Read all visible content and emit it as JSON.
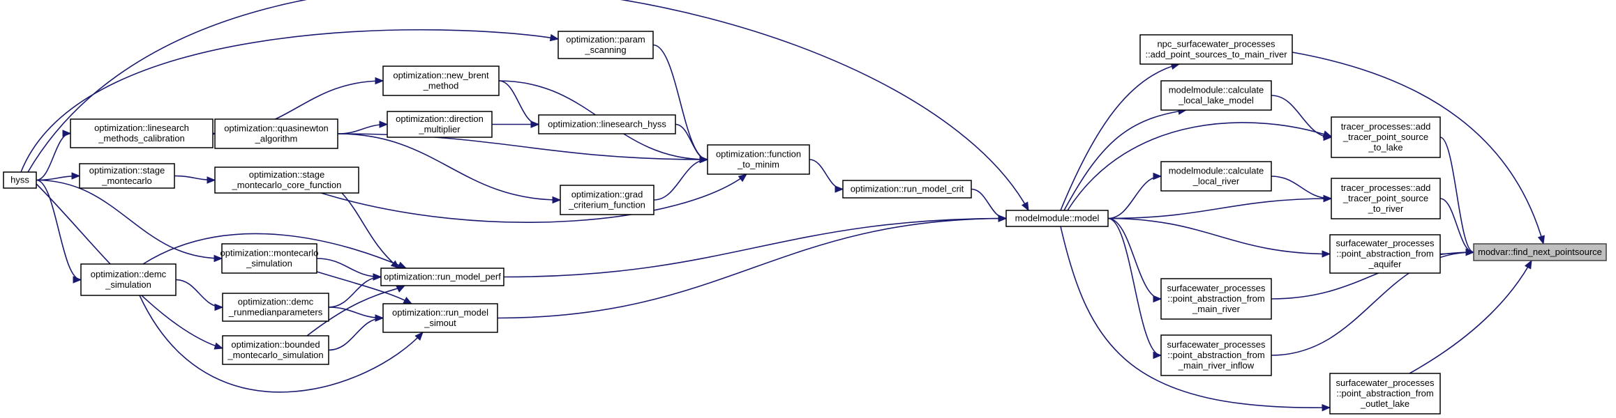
{
  "graph": {
    "root": "modvar::find_next_pointsource",
    "nodes": [
      {
        "id": "hyss",
        "lines": [
          "hyss"
        ]
      },
      {
        "id": "ls_calib",
        "lines": [
          "optimization::linesearch",
          "_methods_calibration"
        ]
      },
      {
        "id": "stage_mc",
        "lines": [
          "optimization::stage",
          "_montecarlo"
        ]
      },
      {
        "id": "demc_sim",
        "lines": [
          "optimization::demc",
          "_simulation"
        ]
      },
      {
        "id": "param_scan",
        "lines": [
          "optimization::param",
          "_scanning"
        ]
      },
      {
        "id": "new_brent",
        "lines": [
          "optimization::new_brent",
          "_method"
        ]
      },
      {
        "id": "quasinewton",
        "lines": [
          "optimization::quasinewton",
          "_algorithm"
        ]
      },
      {
        "id": "stage_mc_core",
        "lines": [
          "optimization::stage",
          "_montecarlo_core_function"
        ]
      },
      {
        "id": "mc_sim",
        "lines": [
          "optimization::montecarlo",
          "_simulation"
        ]
      },
      {
        "id": "demc_median",
        "lines": [
          "optimization::demc",
          "_runmedianparameters"
        ]
      },
      {
        "id": "bounded_mc",
        "lines": [
          "optimization::bounded",
          "_montecarlo_simulation"
        ]
      },
      {
        "id": "direction_mult",
        "lines": [
          "optimization::direction",
          "_multiplier"
        ]
      },
      {
        "id": "ls_hyss",
        "lines": [
          "optimization::linesearch_hyss"
        ]
      },
      {
        "id": "grad_crit",
        "lines": [
          "optimization::grad",
          "_criterium_function"
        ]
      },
      {
        "id": "run_model_perf",
        "lines": [
          "optimization::run_model_perf"
        ]
      },
      {
        "id": "run_model_simout",
        "lines": [
          "optimization::run_model",
          "_simout"
        ]
      },
      {
        "id": "func_to_minim",
        "lines": [
          "optimization::function",
          "_to_minim"
        ]
      },
      {
        "id": "run_model_crit",
        "lines": [
          "optimization::run_model_crit"
        ]
      },
      {
        "id": "model",
        "lines": [
          "modelmodule::model"
        ]
      },
      {
        "id": "npc_add_ps",
        "lines": [
          "npc_surfacewater_processes",
          "::add_point_sources_to_main_river"
        ]
      },
      {
        "id": "calc_lake",
        "lines": [
          "modelmodule::calculate",
          "_local_lake_model"
        ]
      },
      {
        "id": "calc_river",
        "lines": [
          "modelmodule::calculate",
          "_local_river"
        ]
      },
      {
        "id": "sw_abs_main",
        "lines": [
          "surfacewater_processes",
          "::point_abstraction_from",
          "_main_river"
        ]
      },
      {
        "id": "sw_abs_inflow",
        "lines": [
          "surfacewater_processes",
          "::point_abstraction_from",
          "_main_river_inflow"
        ]
      },
      {
        "id": "tracer_lake",
        "lines": [
          "tracer_processes::add",
          "_tracer_point_source",
          "_to_lake"
        ]
      },
      {
        "id": "tracer_river",
        "lines": [
          "tracer_processes::add",
          "_tracer_point_source",
          "_to_river"
        ]
      },
      {
        "id": "sw_abs_aquifer",
        "lines": [
          "surfacewater_processes",
          "::point_abstraction_from",
          "_aquifer"
        ]
      },
      {
        "id": "sw_abs_outlet",
        "lines": [
          "surfacewater_processes",
          "::point_abstraction_from",
          "_outlet_lake"
        ]
      },
      {
        "id": "find_next",
        "lines": [
          "modvar::find_next_pointsource"
        ]
      }
    ],
    "edges": [
      {
        "from": "hyss",
        "to": "param_scan"
      },
      {
        "from": "hyss",
        "to": "ls_calib"
      },
      {
        "from": "hyss",
        "to": "stage_mc"
      },
      {
        "from": "hyss",
        "to": "demc_sim"
      },
      {
        "from": "hyss",
        "to": "mc_sim"
      },
      {
        "from": "hyss",
        "to": "bounded_mc"
      },
      {
        "from": "hyss",
        "to": "model"
      },
      {
        "from": "ls_calib",
        "to": "new_brent"
      },
      {
        "from": "ls_calib",
        "to": "quasinewton"
      },
      {
        "from": "stage_mc",
        "to": "stage_mc_core"
      },
      {
        "from": "demc_sim",
        "to": "demc_median"
      },
      {
        "from": "demc_sim",
        "to": "run_model_perf"
      },
      {
        "from": "demc_sim",
        "to": "run_model_simout"
      },
      {
        "from": "param_scan",
        "to": "func_to_minim"
      },
      {
        "from": "new_brent",
        "to": "ls_hyss"
      },
      {
        "from": "new_brent",
        "to": "func_to_minim"
      },
      {
        "from": "quasinewton",
        "to": "direction_mult"
      },
      {
        "from": "quasinewton",
        "to": "func_to_minim"
      },
      {
        "from": "quasinewton",
        "to": "grad_crit"
      },
      {
        "from": "direction_mult",
        "to": "ls_hyss"
      },
      {
        "from": "ls_hyss",
        "to": "func_to_minim"
      },
      {
        "from": "grad_crit",
        "to": "func_to_minim"
      },
      {
        "from": "stage_mc_core",
        "to": "run_model_perf"
      },
      {
        "from": "stage_mc_core",
        "to": "func_to_minim"
      },
      {
        "from": "mc_sim",
        "to": "run_model_perf"
      },
      {
        "from": "mc_sim",
        "to": "run_model_simout"
      },
      {
        "from": "demc_median",
        "to": "run_model_perf"
      },
      {
        "from": "demc_median",
        "to": "run_model_simout"
      },
      {
        "from": "bounded_mc",
        "to": "run_model_simout"
      },
      {
        "from": "bounded_mc",
        "to": "run_model_perf"
      },
      {
        "from": "func_to_minim",
        "to": "run_model_crit"
      },
      {
        "from": "run_model_crit",
        "to": "model"
      },
      {
        "from": "run_model_perf",
        "to": "model"
      },
      {
        "from": "run_model_simout",
        "to": "model"
      },
      {
        "from": "model",
        "to": "npc_add_ps"
      },
      {
        "from": "model",
        "to": "calc_lake"
      },
      {
        "from": "model",
        "to": "calc_river"
      },
      {
        "from": "model",
        "to": "sw_abs_main"
      },
      {
        "from": "model",
        "to": "sw_abs_inflow"
      },
      {
        "from": "model",
        "to": "tracer_lake"
      },
      {
        "from": "model",
        "to": "tracer_river"
      },
      {
        "from": "model",
        "to": "sw_abs_aquifer"
      },
      {
        "from": "model",
        "to": "sw_abs_outlet"
      },
      {
        "from": "calc_lake",
        "to": "tracer_lake"
      },
      {
        "from": "calc_river",
        "to": "tracer_river"
      },
      {
        "from": "npc_add_ps",
        "to": "find_next"
      },
      {
        "from": "tracer_lake",
        "to": "find_next"
      },
      {
        "from": "tracer_river",
        "to": "find_next"
      },
      {
        "from": "sw_abs_aquifer",
        "to": "find_next"
      },
      {
        "from": "sw_abs_main",
        "to": "find_next"
      },
      {
        "from": "sw_abs_inflow",
        "to": "find_next"
      },
      {
        "from": "sw_abs_outlet",
        "to": "find_next"
      }
    ]
  }
}
